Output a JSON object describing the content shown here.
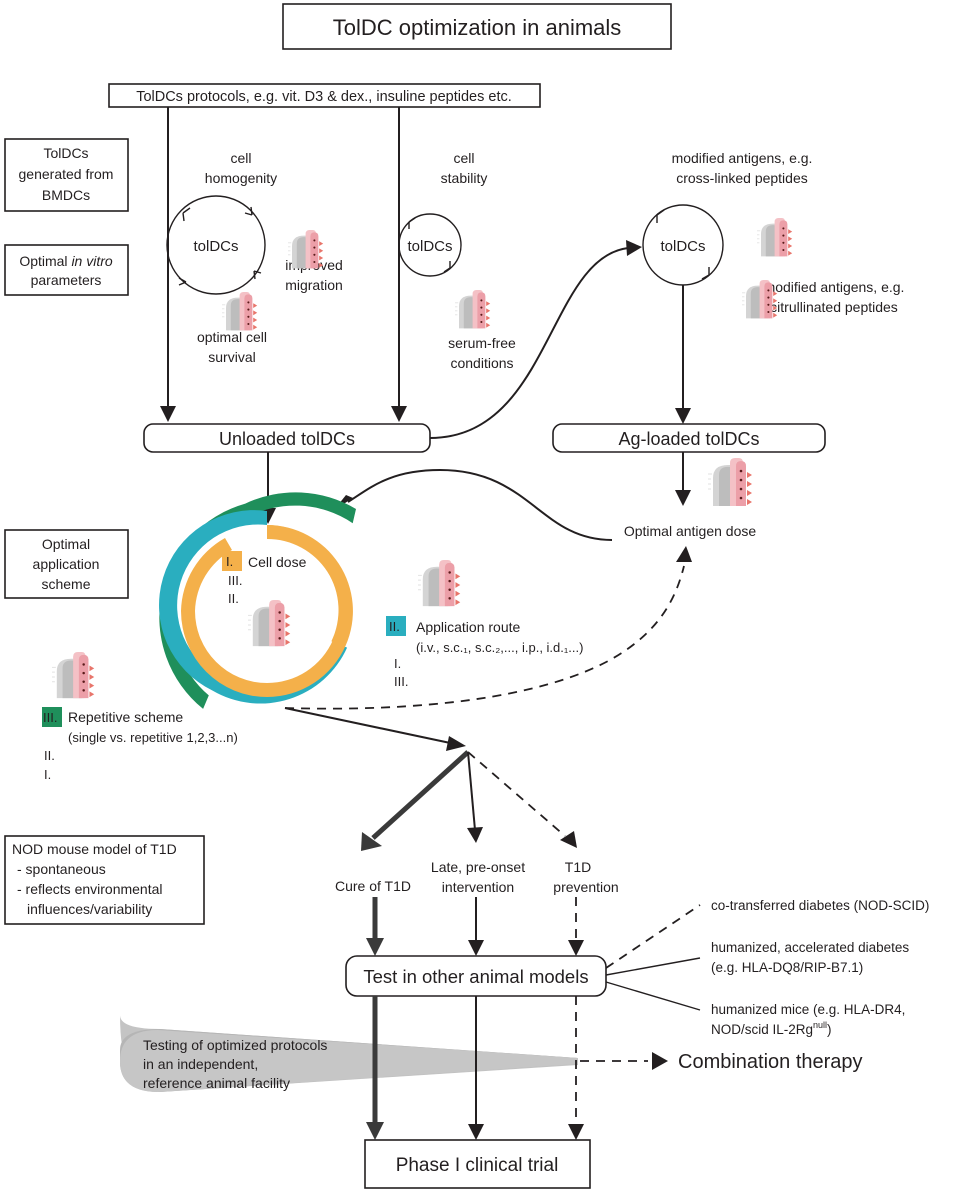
{
  "title": "TolDC optimization in animals",
  "protocols": "TolDCs protocols, e.g. vit. D3 & dex., insuline peptides etc.",
  "side": {
    "generated": [
      "TolDCs",
      "generated from",
      "BMDCs"
    ],
    "in_vitro": [
      "Optimal",
      "in vitro",
      "parameters"
    ],
    "application": [
      "Optimal",
      "application",
      "scheme"
    ],
    "nod_title": "NOD mouse model of T1D",
    "nod_items": [
      "- spontaneous",
      "- reflects environmental",
      "influences/variability"
    ]
  },
  "cycle": {
    "center": "tolDCs",
    "homogenity": [
      "cell",
      "homogenity"
    ],
    "migration": [
      "improved",
      "migration"
    ],
    "survival": [
      "optimal cell",
      "survival"
    ],
    "stability": [
      "cell",
      "stability"
    ],
    "serum": [
      "serum-free",
      "conditions"
    ],
    "cross": [
      "modified antigens, e.g.",
      "cross-linked peptides"
    ],
    "citrullinated": [
      "modified antigens, e.g.",
      "citrullinated peptides"
    ]
  },
  "unloaded": "Unloaded tolDCs",
  "agloaded": "Ag-loaded tolDCs",
  "antigen_dose": "Optimal antigen dose",
  "scheme": {
    "cell_dose_num": "I.",
    "cell_dose": "Cell dose",
    "cell_dose_sub": [
      "III.",
      "II."
    ],
    "route_num": "II.",
    "route": "Application route",
    "route_detail": "(i.v., s.c.₁, s.c.₂,..., i.p., i.d.₁...)",
    "route_sub": [
      "I.",
      "III."
    ],
    "rep_num": "III.",
    "rep": "Repetitive scheme",
    "rep_detail": "(single vs. repetitive 1,2,3...n)",
    "rep_sub": [
      "II.",
      "I."
    ]
  },
  "outcomes": {
    "cure": "Cure of T1D",
    "late": [
      "Late, pre-onset",
      "intervention"
    ],
    "prevention": [
      "T1D",
      "prevention"
    ]
  },
  "test": "Test in other animal models",
  "models": {
    "cotransferred": "co-transferred diabetes (NOD-SCID)",
    "humanized_acc": [
      "humanized, accelerated diabetes",
      "(e.g. HLA-DQ8/RIP-B7.1)"
    ],
    "humanized_mice": [
      "humanized mice (e.g. HLA-DR4,",
      "NOD/scid IL-2Rg",
      "null",
      ")"
    ]
  },
  "reference": [
    "Testing of optimized protocols",
    "in an independent,",
    "reference animal facility"
  ],
  "combination": "Combination therapy",
  "phase": "Phase I clinical trial",
  "colors": {
    "orange": "#f4b04a",
    "teal": "#2aaebf",
    "green": "#1f8f5b",
    "pink": "#f6b8bf",
    "gray": "#bfbfbf"
  }
}
